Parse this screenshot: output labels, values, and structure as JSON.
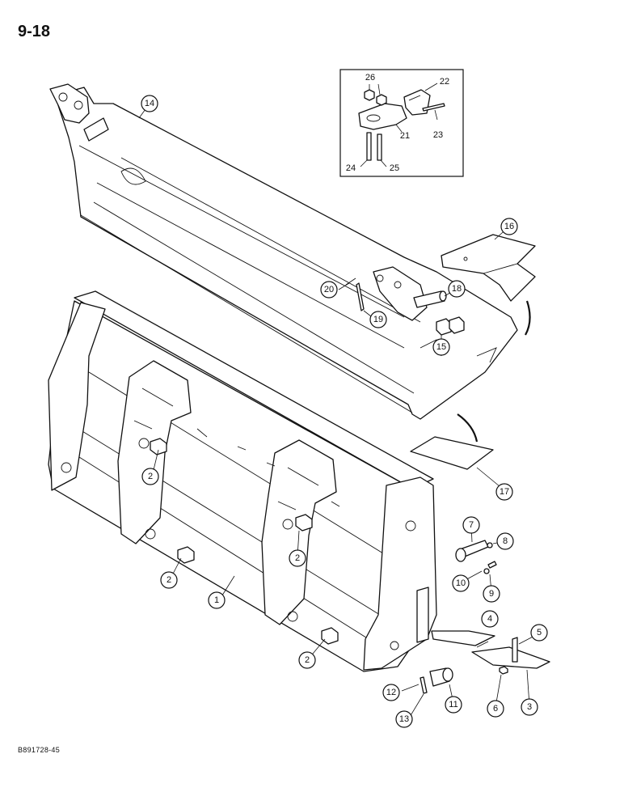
{
  "page": {
    "number": "9-18",
    "drawing_code": "B891728-45"
  },
  "callouts": [
    {
      "id": "c1",
      "label": "1"
    },
    {
      "id": "c2a",
      "label": "2"
    },
    {
      "id": "c2b",
      "label": "2"
    },
    {
      "id": "c2c",
      "label": "2"
    },
    {
      "id": "c2d",
      "label": "2"
    },
    {
      "id": "c3",
      "label": "3"
    },
    {
      "id": "c4",
      "label": "4"
    },
    {
      "id": "c5",
      "label": "5"
    },
    {
      "id": "c6",
      "label": "6"
    },
    {
      "id": "c7",
      "label": "7"
    },
    {
      "id": "c8",
      "label": "8"
    },
    {
      "id": "c9",
      "label": "9"
    },
    {
      "id": "c10",
      "label": "10"
    },
    {
      "id": "c11",
      "label": "11"
    },
    {
      "id": "c12",
      "label": "12"
    },
    {
      "id": "c13",
      "label": "13"
    },
    {
      "id": "c14",
      "label": "14"
    },
    {
      "id": "c15",
      "label": "15"
    },
    {
      "id": "c16",
      "label": "16"
    },
    {
      "id": "c17",
      "label": "17"
    },
    {
      "id": "c18",
      "label": "18"
    },
    {
      "id": "c19",
      "label": "19"
    },
    {
      "id": "c20",
      "label": "20"
    }
  ],
  "inset_labels": [
    {
      "id": "i21",
      "label": "21"
    },
    {
      "id": "i22",
      "label": "22"
    },
    {
      "id": "i23",
      "label": "23"
    },
    {
      "id": "i24",
      "label": "24"
    },
    {
      "id": "i25",
      "label": "25"
    },
    {
      "id": "i26",
      "label": "26"
    }
  ]
}
